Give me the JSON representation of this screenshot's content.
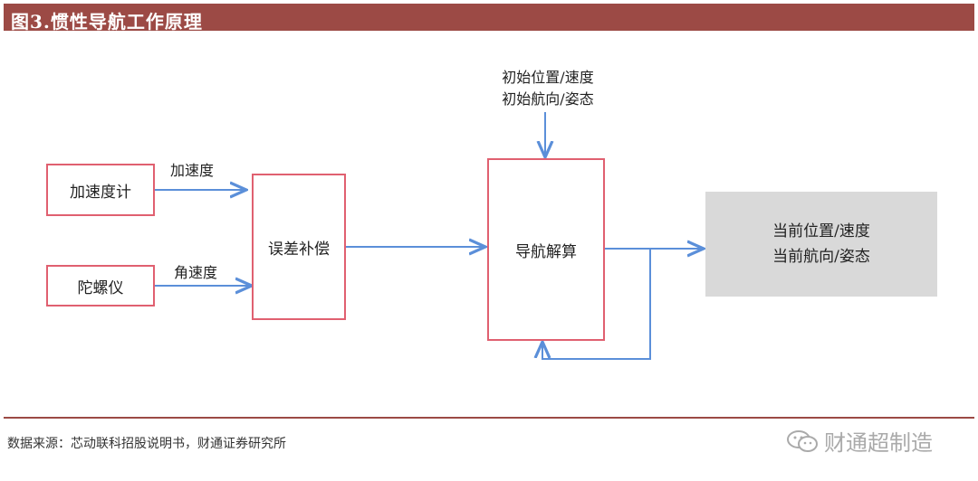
{
  "title": "图3.惯性导航工作原理",
  "nodes": {
    "accelerometer": "加速度计",
    "gyroscope": "陀螺仪",
    "error_compensation": "误差补偿",
    "navigation_solution": "导航解算",
    "output_line1": "当前位置/速度",
    "output_line2": "当前航向/姿态",
    "init_line1": "初始位置/速度",
    "init_line2": "初始航向/姿态"
  },
  "edge_labels": {
    "acceleration": "加速度",
    "angular_velocity": "角速度"
  },
  "colors": {
    "title_bar": "#9c4a45",
    "box_border": "#e06070",
    "arrow": "#5b8fd9",
    "output_fill": "#d9d9d9"
  },
  "source": "数据来源：芯动联科招股说明书，财通证券研究所",
  "watermark": "财通超制造"
}
